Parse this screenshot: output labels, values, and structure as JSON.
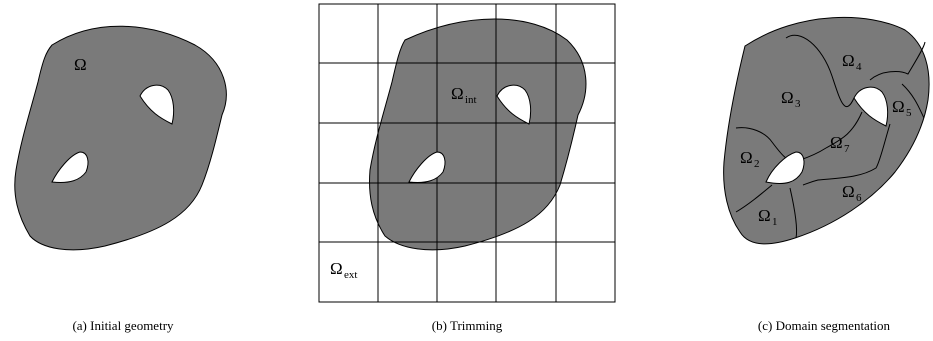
{
  "colors": {
    "region_fill": "#7a7a7a",
    "stroke": "#000000",
    "hole_fill": "#ffffff",
    "background": "#ffffff"
  },
  "panel_a": {
    "domain_label": "Ω",
    "caption": "(a) Initial geometry"
  },
  "panel_b": {
    "interior_label": "Ω",
    "interior_sub": "int",
    "exterior_label": "Ω",
    "exterior_sub": "ext",
    "caption": "(b) Trimming"
  },
  "panel_c": {
    "subdomains": [
      {
        "symbol": "Ω",
        "index": "1"
      },
      {
        "symbol": "Ω",
        "index": "2"
      },
      {
        "symbol": "Ω",
        "index": "3"
      },
      {
        "symbol": "Ω",
        "index": "4"
      },
      {
        "symbol": "Ω",
        "index": "5"
      },
      {
        "symbol": "Ω",
        "index": "6"
      },
      {
        "symbol": "Ω",
        "index": "7"
      }
    ],
    "caption": "(c) Domain segmentation"
  }
}
